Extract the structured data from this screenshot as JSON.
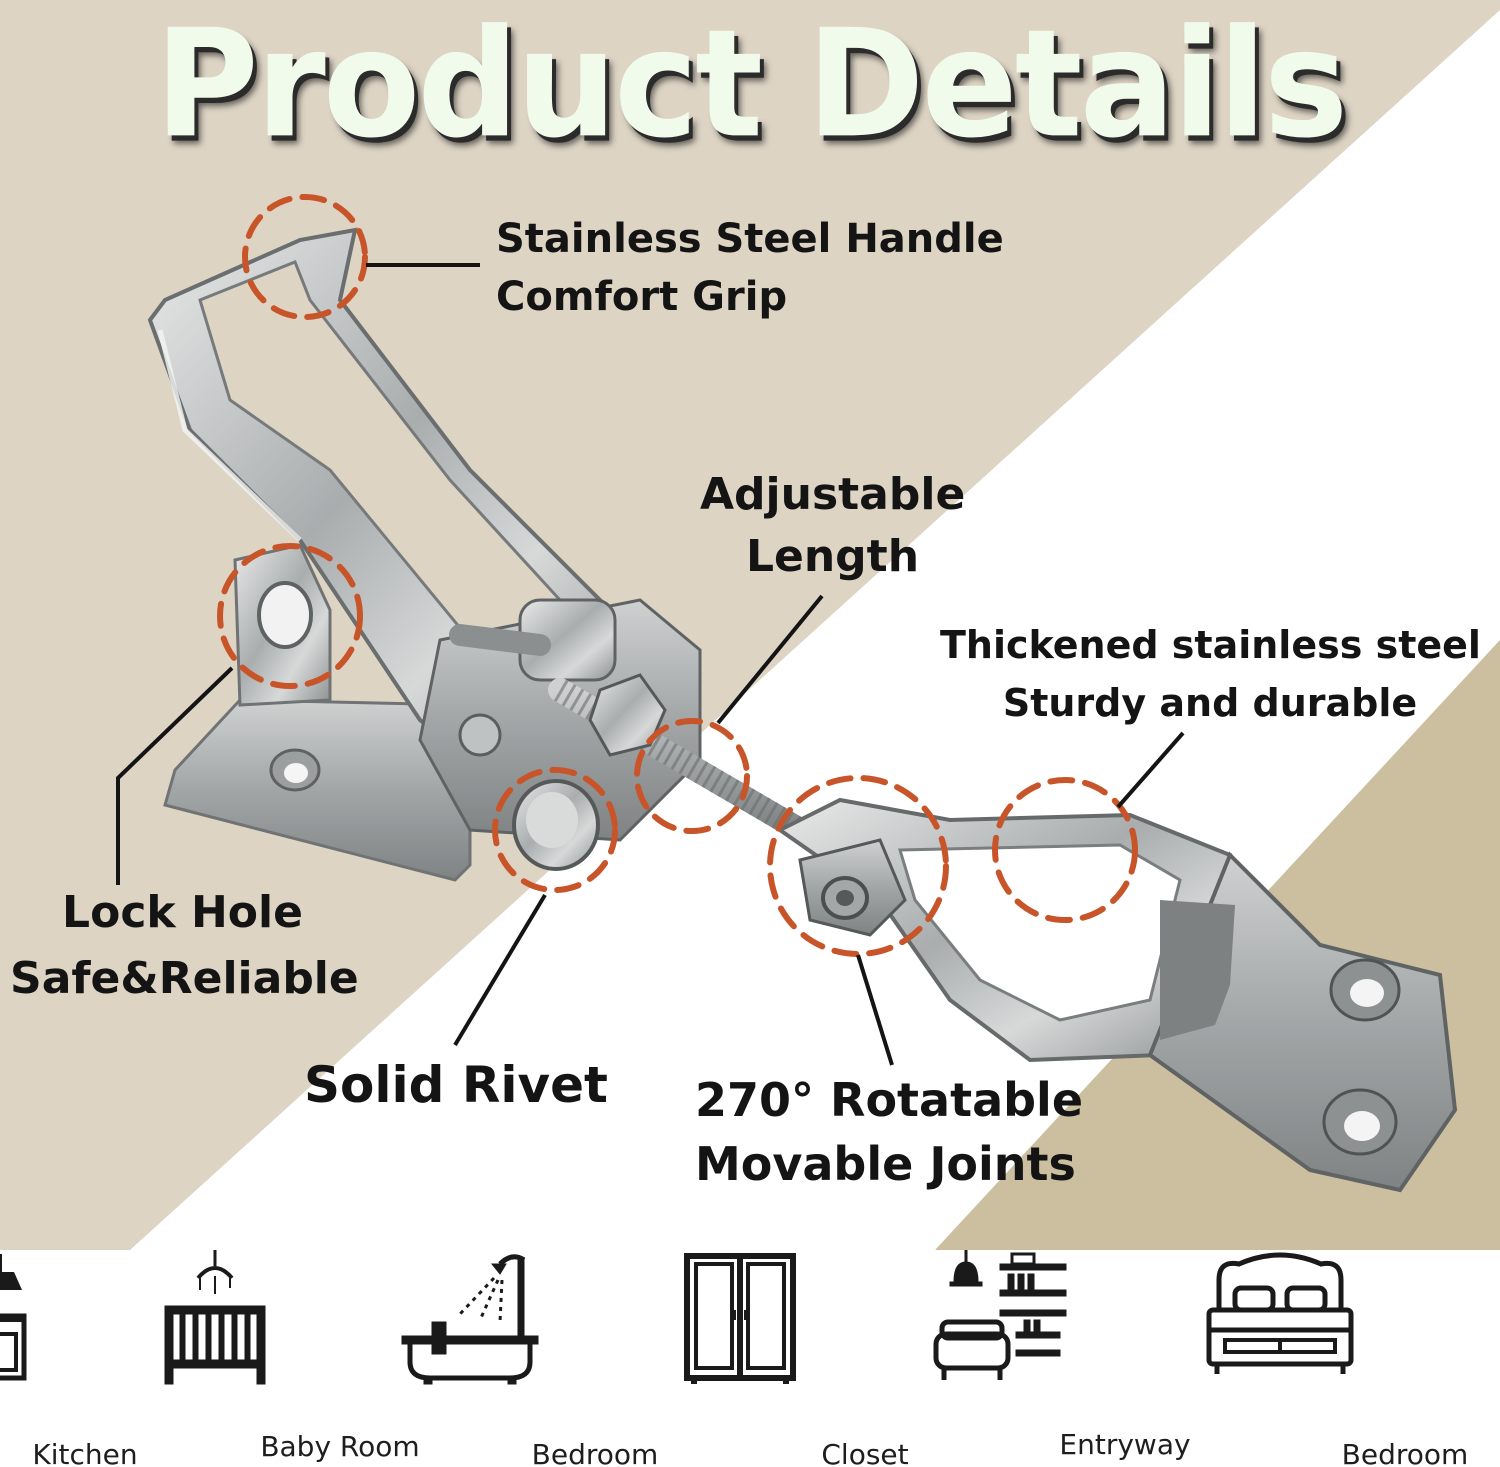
{
  "title": "Product Details",
  "colors": {
    "beige": "#ddd4c4",
    "tan": "#cbbf9f",
    "highlight_circle": "#c8552a",
    "steel": "#b9bcbd"
  },
  "callouts": {
    "handle_line1": "Stainless Steel Handle",
    "handle_line2": "Comfort Grip",
    "adjustable_line1": "Adjustable",
    "adjustable_line2": "Length",
    "thickened_line1": "Thickened stainless steel",
    "thickened_line2": "Sturdy and durable",
    "lockhole_line1": "Lock Hole",
    "lockhole_line2": "Safe&Reliable",
    "rivet": "Solid Rivet",
    "rotatable_line1": "270° Rotatable",
    "rotatable_line2": "Movable Joints"
  },
  "applications": [
    {
      "label": "Kitchen",
      "icon": "kitchen-icon"
    },
    {
      "label": "Baby Room",
      "icon": "crib-icon"
    },
    {
      "label": "Bedroom",
      "icon": "bathtub-icon"
    },
    {
      "label": "Closet",
      "icon": "wardrobe-icon"
    },
    {
      "label": "Entryway",
      "icon": "entryway-icon"
    },
    {
      "label": "Bedroom",
      "icon": "bed-icon"
    }
  ]
}
